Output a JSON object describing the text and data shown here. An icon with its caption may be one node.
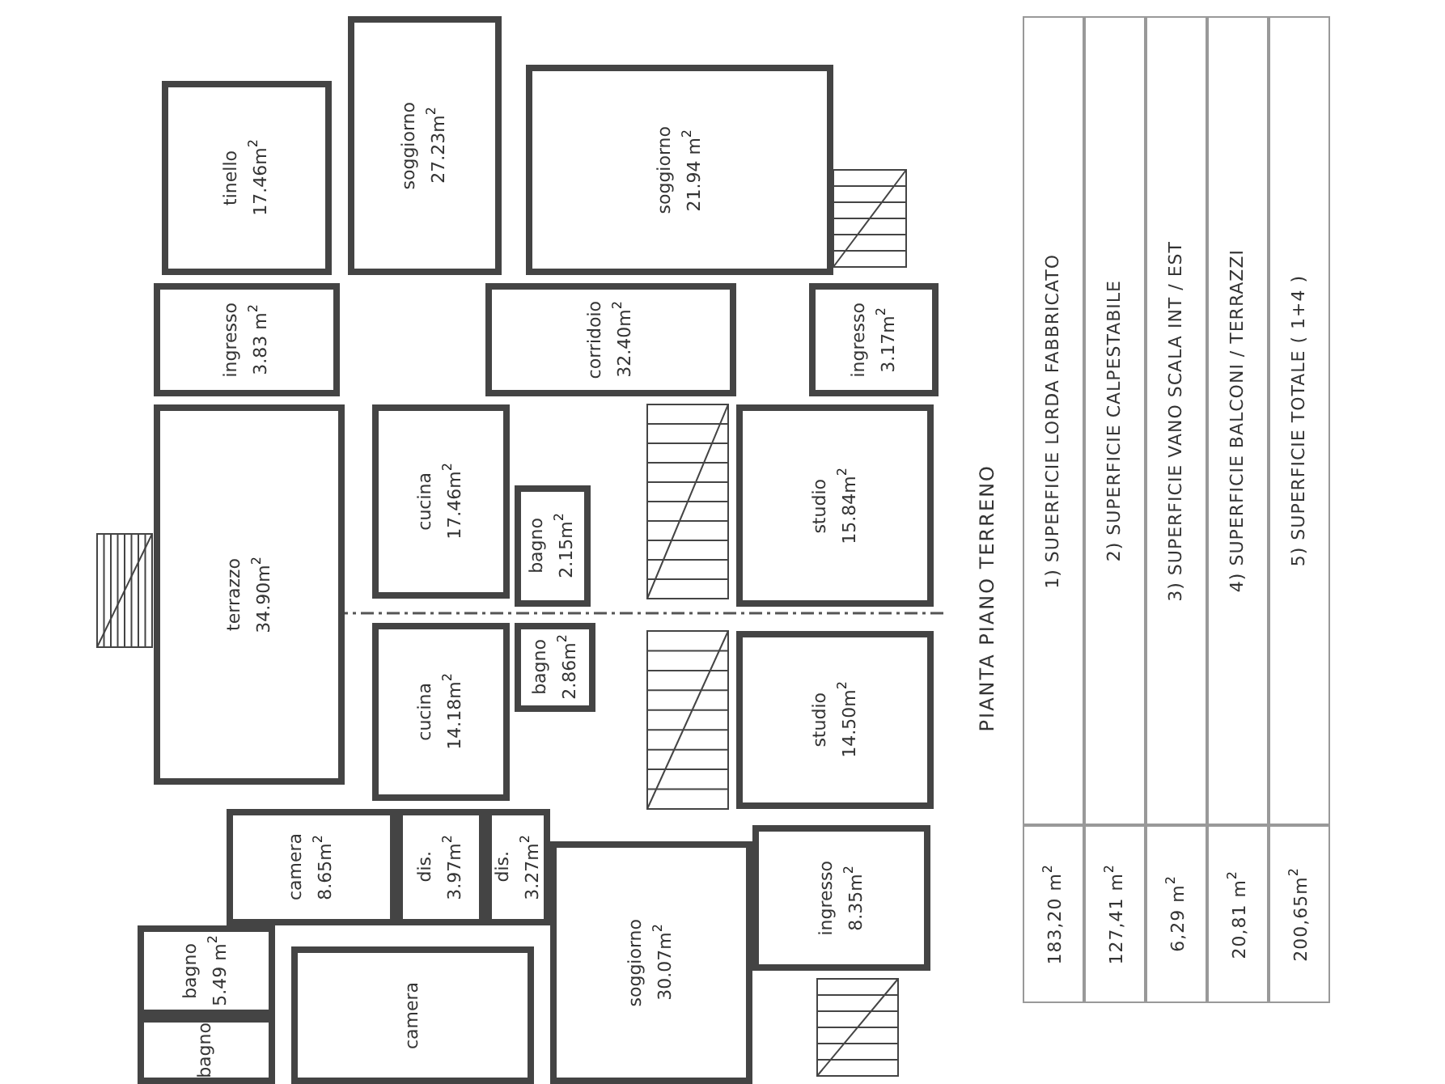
{
  "diagram": {
    "nodes": [
      {
        "text": [
          "tinello",
          "17.46m$^{2}$"
        ]
      },
      {
        "text": [
          "soggiorno",
          "27.23m$^{2}$"
        ]
      },
      {
        "text": [
          "soggiorno",
          "21.94 m$^{2}$"
        ]
      },
      {
        "text": [
          "ingresso",
          "3.83 m$^{2}$"
        ]
      },
      {
        "text": [
          "corridoio",
          "32.40m$^{2}$"
        ]
      },
      {
        "text": [
          "ingresso",
          "3.17m$^{2}$"
        ]
      },
      {
        "text": [
          "cucina",
          "17.46m$^{2}$"
        ]
      },
      {
        "text": [
          "bagno",
          "2.15m$^{2}$"
        ]
      },
      {
        "text": [
          "studio",
          "15.84m$^{2}$"
        ]
      },
      {
        "text": [
          "terrazzo",
          "34.90m$^{2}$"
        ]
      },
      {
        "text": [
          "cucina",
          "14.18m$^{2}$"
        ]
      },
      {
        "text": [
          "bagno",
          "2.86m$^{2}$"
        ]
      },
      {
        "text": [
          "studio",
          "14.50m$^{2}$"
        ]
      },
      {
        "text": [
          "camera",
          "8.65m$^{2}$"
        ]
      },
      {
        "text": [
          "dis.",
          "3.97m$^{2}$"
        ]
      },
      {
        "text": [
          "dis.",
          "3.27m$^{2}$"
        ]
      },
      {
        "text": [
          "ingresso",
          "8.35m$^{2}$"
        ]
      },
      {
        "text": [
          "bagno",
          "5.49 m$^{2}$"
        ]
      },
      {
        "text": [
          "soggiorno",
          "30.07m$^{2}$"
        ]
      },
      {
        "text": [
          "bagno"
        ]
      },
      {
        "text": [
          "camera"
        ]
      }
    ],
    "labels": [
      "PIANTA PIANO TERRENO",
      "1) SUPERFICIE LORDA FABBRICATO",
      "183,20 m$^{2}$",
      "2) SUPERFICIE CALPESTABILE",
      "127,41 m$^{2}$",
      "3) SUPERFICIE VANO SCALA INT / EST",
      "6,29 m$^{2}$",
      "4) SUPERFICIE BALCONI / TERRAZZI",
      "20,81 m$^{2}$",
      "5) SUPERFICIE TOTALE ( 1+4 )",
      "200,65m$^{2}$"
    ]
  }
}
